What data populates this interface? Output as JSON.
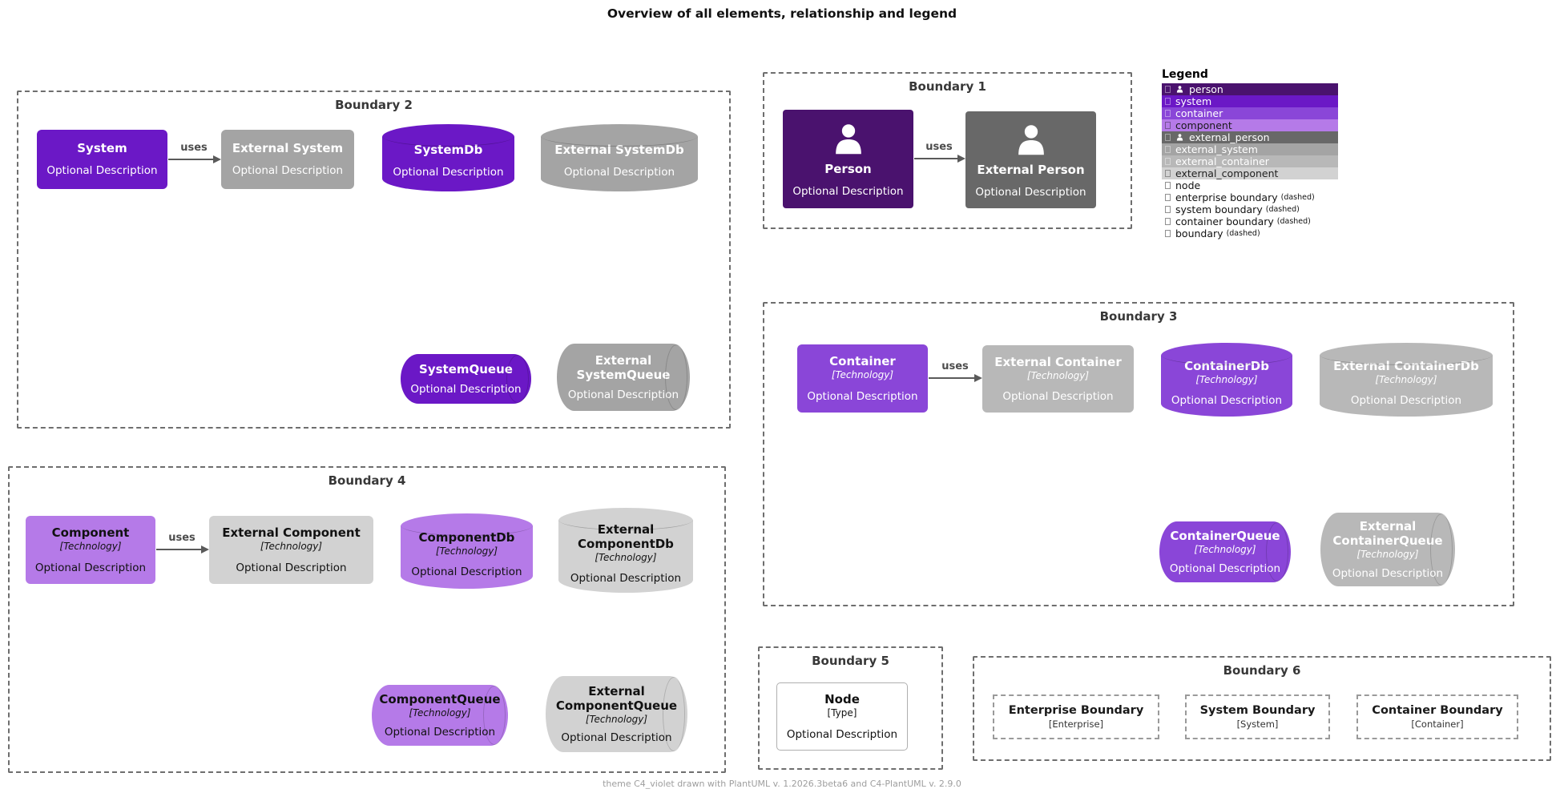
{
  "title": "Overview of all elements, relationship and legend",
  "footer": "theme C4_violet drawn with PlantUML v. 1.2026.3beta6 and C4-PlantUML v. 2.9.0",
  "palette": {
    "person": "#4A126E",
    "system": "#6B18C6",
    "container": "#8A46D8",
    "component": "#B57AE8",
    "external_person": "#686868",
    "external_system": "#A4A4A4",
    "external_container": "#B8B8B8",
    "external_component": "#D2D2D2",
    "node": "#FFFFFF",
    "arrow": "#5A5A5A"
  },
  "boundaries": {
    "b1": {
      "label": "Boundary 1"
    },
    "b2": {
      "label": "Boundary 2"
    },
    "b3": {
      "label": "Boundary 3"
    },
    "b4": {
      "label": "Boundary 4"
    },
    "b5": {
      "label": "Boundary 5"
    },
    "b6": {
      "label": "Boundary 6"
    }
  },
  "elements": {
    "system": {
      "title": "System",
      "desc": "Optional Description"
    },
    "external_system": {
      "title": "External System",
      "desc": "Optional Description"
    },
    "systemdb": {
      "title": "SystemDb",
      "desc": "Optional Description"
    },
    "external_systemdb": {
      "title": "External SystemDb",
      "desc": "Optional Description"
    },
    "systemqueue": {
      "title": "SystemQueue",
      "desc": "Optional Description"
    },
    "external_systemqueue": {
      "title": "External SystemQueue",
      "desc": "Optional Description"
    },
    "person": {
      "title": "Person",
      "desc": "Optional Description"
    },
    "external_person": {
      "title": "External Person",
      "desc": "Optional Description"
    },
    "container": {
      "title": "Container",
      "tech": "[Technology]",
      "desc": "Optional Description"
    },
    "external_container": {
      "title": "External Container",
      "tech": "[Technology]",
      "desc": "Optional Description"
    },
    "containerdb": {
      "title": "ContainerDb",
      "tech": "[Technology]",
      "desc": "Optional Description"
    },
    "external_containerdb": {
      "title": "External ContainerDb",
      "tech": "[Technology]",
      "desc": "Optional Description"
    },
    "containerqueue": {
      "title": "ContainerQueue",
      "tech": "[Technology]",
      "desc": "Optional Description"
    },
    "external_containerqueue": {
      "title": "External ContainerQueue",
      "tech": "[Technology]",
      "desc": "Optional Description"
    },
    "component": {
      "title": "Component",
      "tech": "[Technology]",
      "desc": "Optional Description"
    },
    "external_component": {
      "title": "External Component",
      "tech": "[Technology]",
      "desc": "Optional Description"
    },
    "componentdb": {
      "title": "ComponentDb",
      "tech": "[Technology]",
      "desc": "Optional Description"
    },
    "external_componentdb": {
      "title": "External ComponentDb",
      "tech": "[Technology]",
      "desc": "Optional Description"
    },
    "componentqueue": {
      "title": "ComponentQueue",
      "tech": "[Technology]",
      "desc": "Optional Description"
    },
    "external_componentqueue": {
      "title": "External ComponentQueue",
      "tech": "[Technology]",
      "desc": "Optional Description"
    },
    "node": {
      "title": "Node",
      "tech": "[Type]",
      "desc": "Optional Description"
    },
    "enterprise_boundary": {
      "title": "Enterprise Boundary",
      "tech": "[Enterprise]"
    },
    "system_boundary": {
      "title": "System Boundary",
      "tech": "[System]"
    },
    "container_boundary": {
      "title": "Container Boundary",
      "tech": "[Container]"
    }
  },
  "relations": [
    {
      "label": "uses"
    },
    {
      "label": "uses"
    },
    {
      "label": "uses"
    },
    {
      "label": "uses"
    }
  ],
  "legend": {
    "title": "Legend",
    "rows": [
      {
        "label": "person",
        "color": "#4A126E",
        "text": "#FFFFFF",
        "icon": "person"
      },
      {
        "label": "system",
        "color": "#6B18C6",
        "text": "#FFFFFF"
      },
      {
        "label": "container",
        "color": "#8A46D8",
        "text": "#FFFFFF"
      },
      {
        "label": "component",
        "color": "#B57AE8",
        "text": "#1A1A1A"
      },
      {
        "label": "external_person",
        "color": "#686868",
        "text": "#FFFFFF",
        "icon": "person"
      },
      {
        "label": "external_system",
        "color": "#A4A4A4",
        "text": "#FFFFFF"
      },
      {
        "label": "external_container",
        "color": "#B8B8B8",
        "text": "#FFFFFF"
      },
      {
        "label": "external_component",
        "color": "#D2D2D2",
        "text": "#222222"
      },
      {
        "label": "node",
        "color": "#FFFFFF",
        "text": "#111111",
        "glyph": "box"
      },
      {
        "label": "enterprise boundary",
        "suffix": "(dashed)",
        "color": "#FFFFFF",
        "text": "#111111",
        "glyph": "box"
      },
      {
        "label": "system boundary",
        "suffix": "(dashed)",
        "color": "#FFFFFF",
        "text": "#111111",
        "glyph": "box"
      },
      {
        "label": "container boundary",
        "suffix": "(dashed)",
        "color": "#FFFFFF",
        "text": "#111111",
        "glyph": "box"
      },
      {
        "label": "boundary",
        "suffix": "(dashed)",
        "color": "#FFFFFF",
        "text": "#111111",
        "glyph": "box"
      }
    ]
  }
}
